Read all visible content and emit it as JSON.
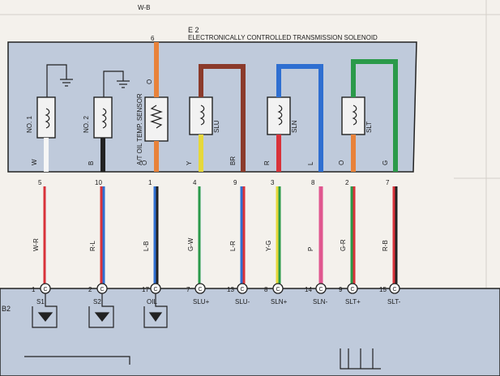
{
  "component": {
    "code": "E 2",
    "title": "ELECTRONICALLY CONTROLLED TRANSMISSION SOLENOID",
    "top_pin": "6",
    "top_wire": "O"
  },
  "faint_top_text": "W-B",
  "page_corner": "B2",
  "solenoids": [
    {
      "label": "NO. 1",
      "pin_wire": "W",
      "pin": "5",
      "wire": "W-R",
      "conn_pin": "1",
      "term": "S1"
    },
    {
      "label": "NO. 2",
      "pin_wire": "B",
      "pin": "10",
      "wire": "R-L",
      "conn_pin": "2",
      "term": "S2"
    },
    {
      "label": "A/T OIL TEMP. SENSOR",
      "pin_wire": "O",
      "pin": "1",
      "wire": "L-B",
      "conn_pin": "17",
      "term": "OIL"
    },
    {
      "label": "SLU",
      "pin_wire_a": "Y",
      "pin_wire_b": "BR",
      "pin_a": "4",
      "pin_b": "9",
      "wire_a": "G-W",
      "wire_b": "L-R",
      "conn_a": "7",
      "conn_b": "13",
      "term_a": "SLU+",
      "term_b": "SLU-",
      "loop_wire": "BR"
    },
    {
      "label": "SLN",
      "pin_wire_a": "R",
      "pin_wire_b": "L",
      "pin_a": "3",
      "pin_b": "8",
      "wire_a": "Y-G",
      "wire_b": "P",
      "conn_a": "8",
      "conn_b": "14",
      "term_a": "SLN+",
      "term_b": "SLN-"
    },
    {
      "label": "SLT",
      "pin_wire_a": "O",
      "pin_wire_b": "G",
      "pin_a": "2",
      "pin_b": "7",
      "wire_a": "G-R",
      "wire_b": "R-B",
      "conn_a": "9",
      "conn_b": "15",
      "term_a": "SLT+",
      "term_b": "SLT-"
    }
  ],
  "colors": {
    "box_fill": "#bfcadb",
    "wire_orange": "#e8823a",
    "wire_brown": "#8b3a2b",
    "wire_blue": "#2f6fd1",
    "wire_green": "#2a9a4a",
    "wire_red": "#d8323a",
    "wire_yellow": "#e6d83a",
    "wire_pink": "#e0568f",
    "ecu_fill": "#bfcadb"
  }
}
